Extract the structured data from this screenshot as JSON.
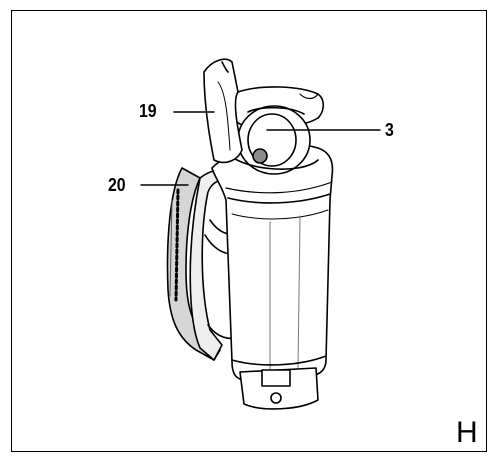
{
  "figure": {
    "panel_letter": "H",
    "callouts": [
      {
        "id": "19",
        "label": "19"
      },
      {
        "id": "3",
        "label": "3"
      },
      {
        "id": "20",
        "label": "20"
      }
    ]
  },
  "colors": {
    "line": "#000000",
    "background": "#ffffff",
    "shade_light": "#eeeeee",
    "shade_mid": "#d6d6d6",
    "shade_dark": "#8c8c8c"
  }
}
